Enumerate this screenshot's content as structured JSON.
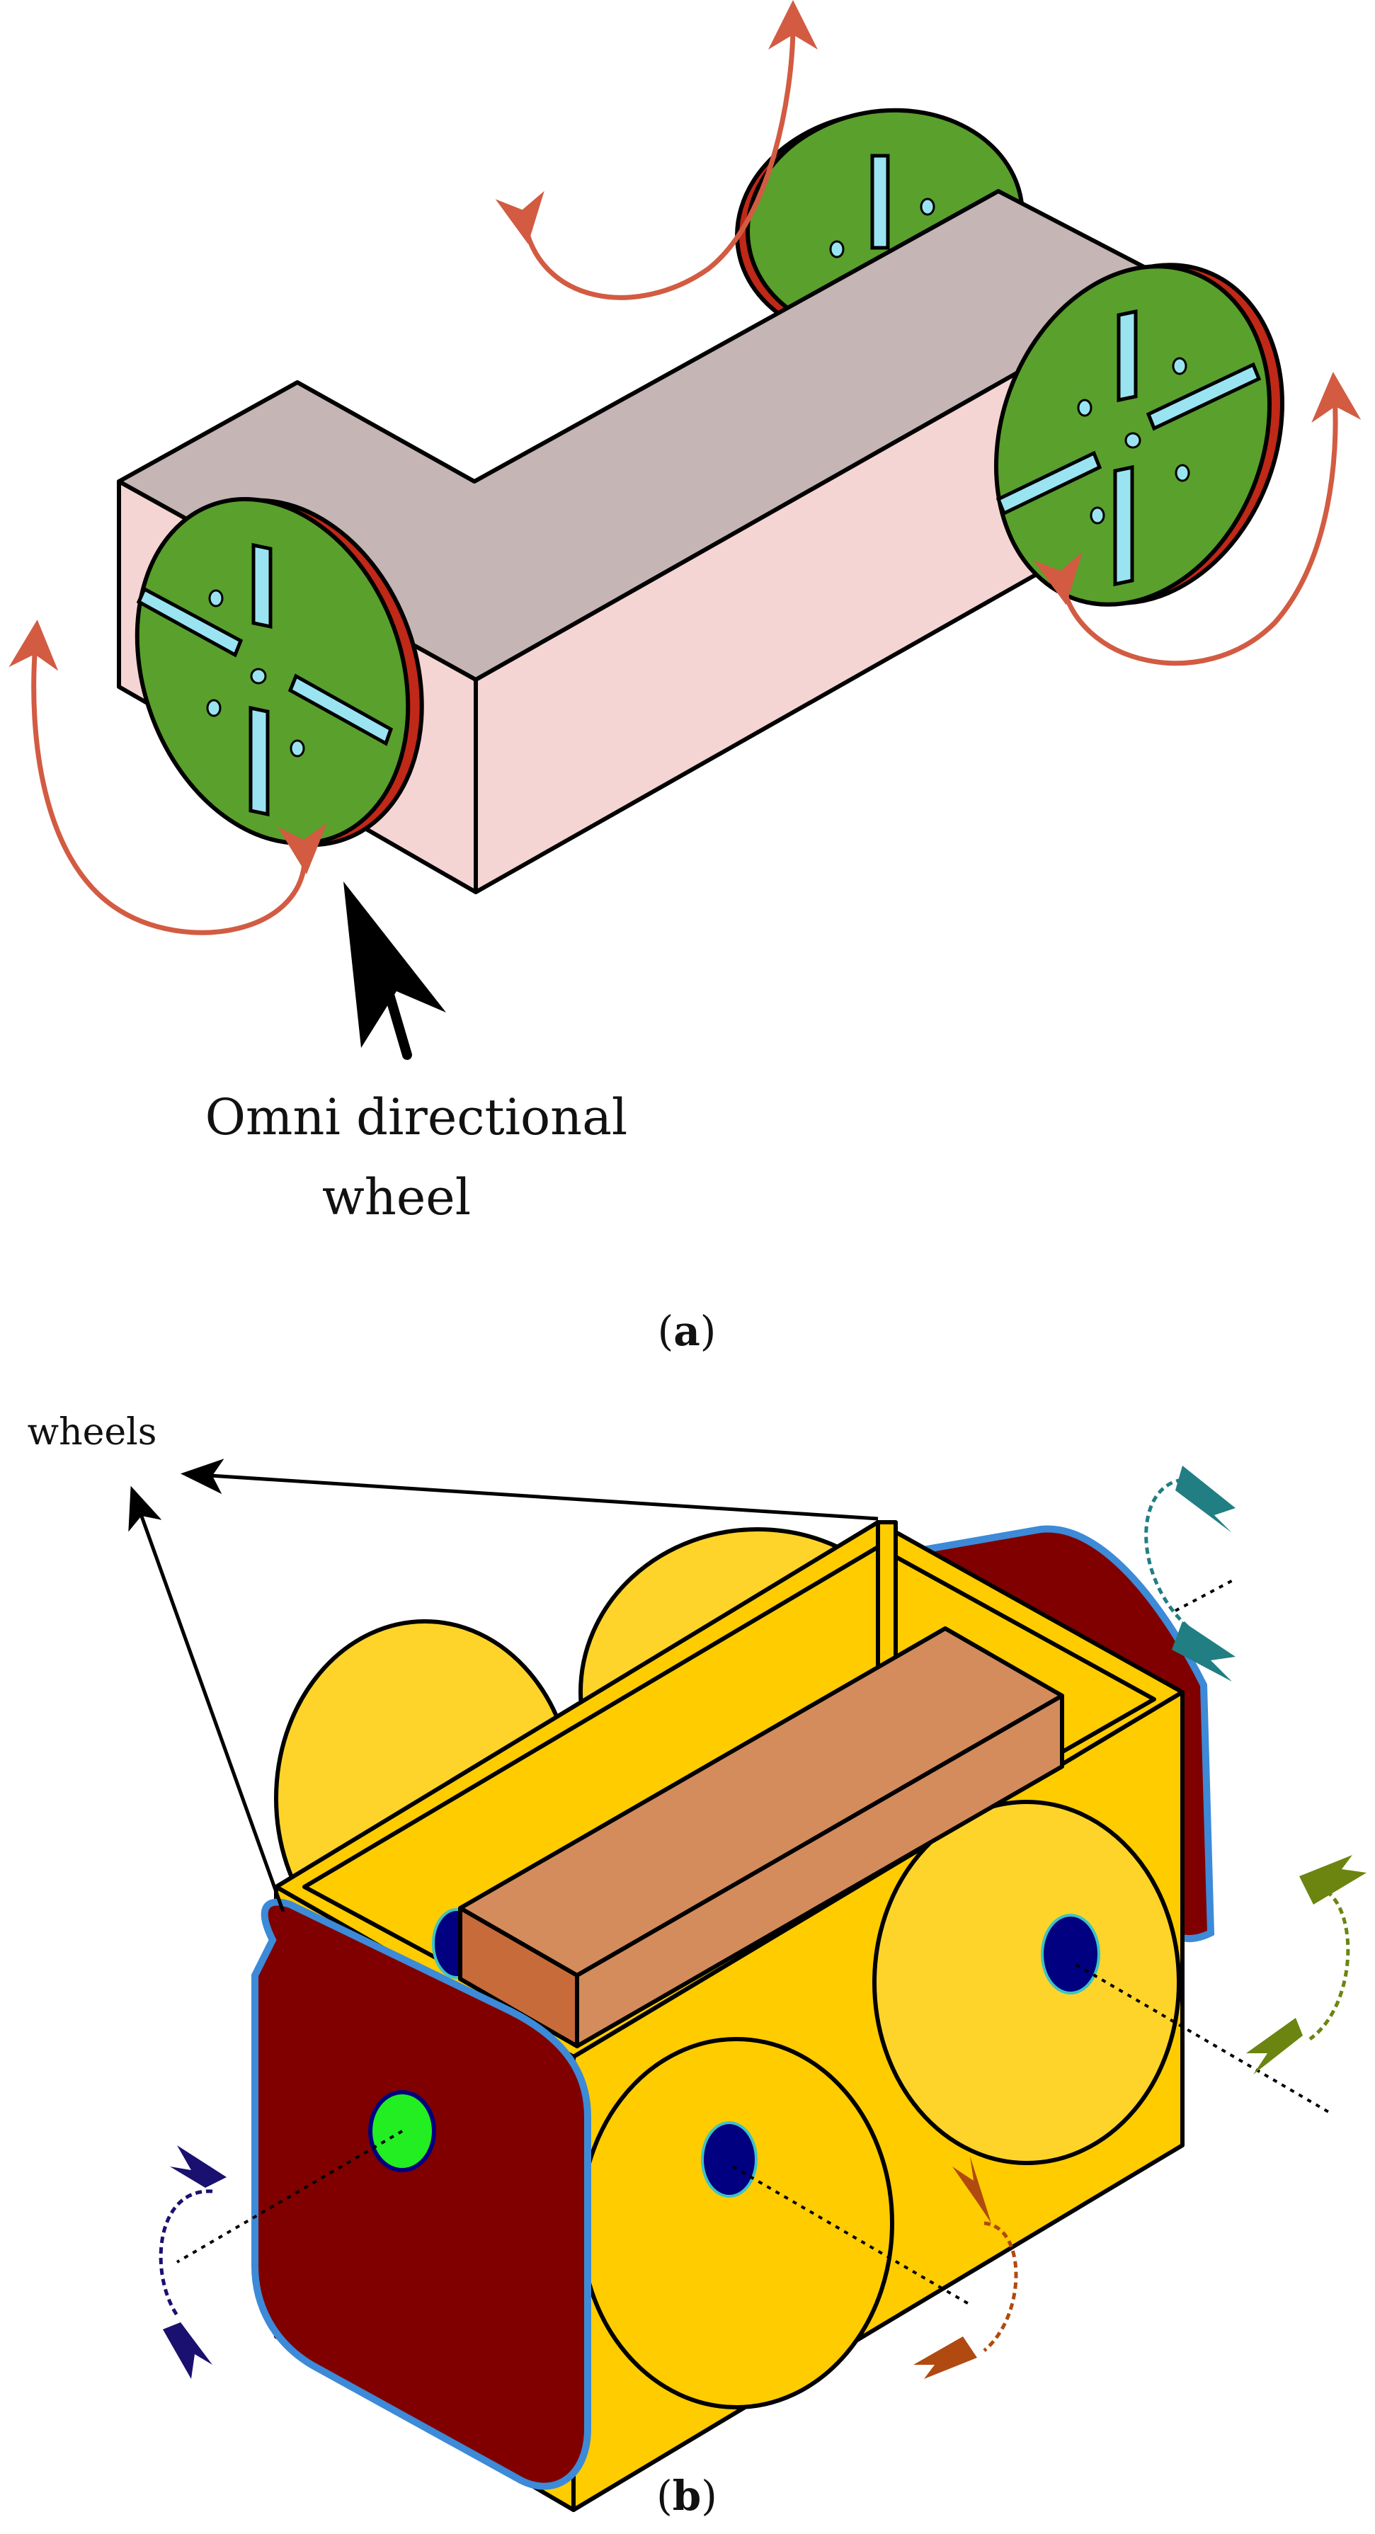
{
  "panel_a": {
    "annotation_line1": "Omni directional",
    "annotation_line2": "wheel",
    "caption_open": "(",
    "caption_letter": "a",
    "caption_close": ")"
  },
  "panel_b": {
    "annotation": "wheels",
    "caption_open": "(",
    "caption_letter": "b",
    "caption_close": ")"
  },
  "colors": {
    "body_top": "#c5b5b5",
    "body_side": "#f4d5d4",
    "omni_wheel": "#5aa02c",
    "omni_slot": "#9ae4f2",
    "rotation_arrow_a": "#d25b42",
    "frame_yellow": "#ffcc00",
    "wheel_yellow": "#ffd42a",
    "center_block": "#d48c5c",
    "center_block_side": "#c86b3a",
    "front_wheel": "#800000",
    "wheel_edge_blue": "#3d8ad8",
    "hub_navy": "#000080",
    "hub_green": "#22ee22",
    "arrow_teal": "#217e82",
    "arrow_olive": "#6b8510",
    "arrow_orange": "#b04a10",
    "arrow_navy": "#1a1070"
  },
  "icons": {
    "pointer": "black-arrow-pointer-icon",
    "rotation": "curved-rotation-arrow-icon"
  }
}
